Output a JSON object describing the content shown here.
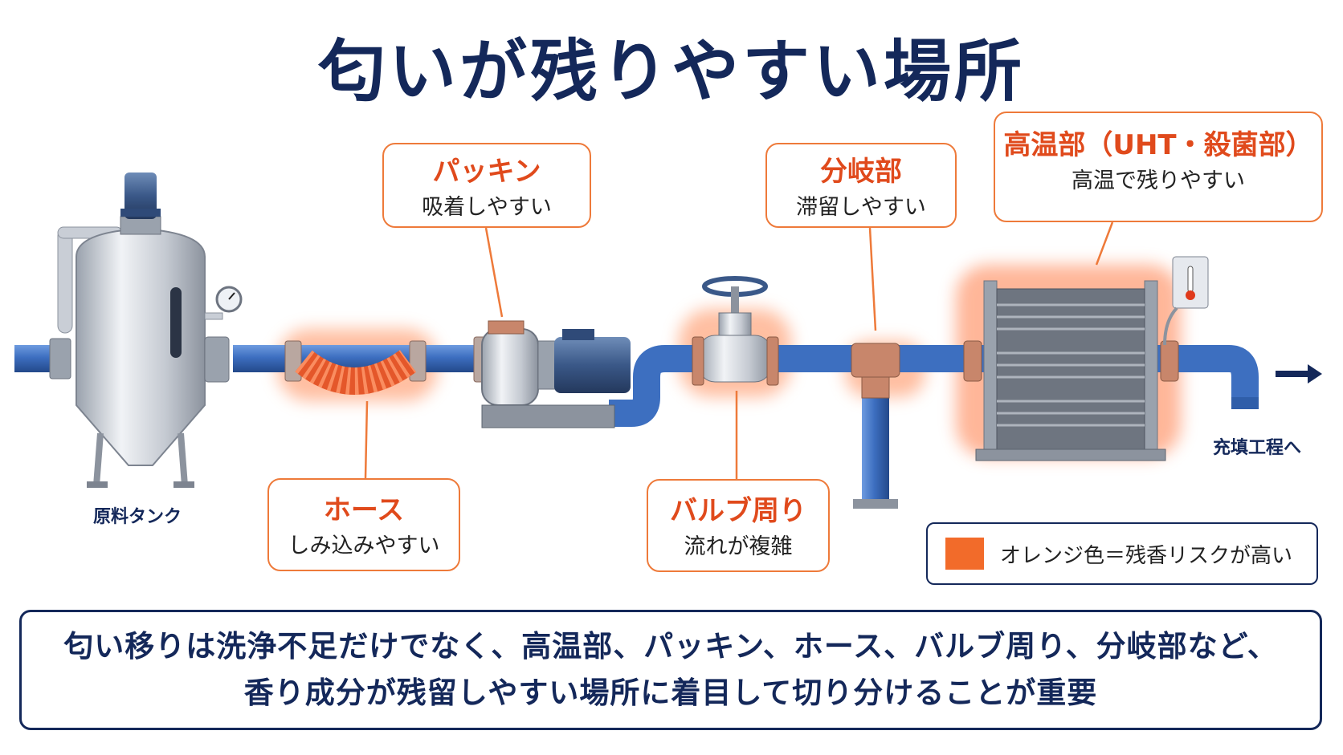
{
  "title": "匂いが残りやすい場所",
  "callouts": {
    "packing": {
      "head": "パッキン",
      "sub": "吸着しやすい"
    },
    "branch": {
      "head": "分岐部",
      "sub": "滞留しやすい"
    },
    "hightemp": {
      "head": "高温部（UHT・殺菌部）",
      "sub": "高温で残りやすい"
    },
    "hose": {
      "head": "ホース",
      "sub": "しみ込みやすい"
    },
    "valve": {
      "head": "バルブ周り",
      "sub": "流れが複雑"
    }
  },
  "labels": {
    "tank": "原料タンク",
    "outlet": "充填工程へ"
  },
  "legend": {
    "text": "オレンジ色＝残香リスクが高い",
    "color": "#f26b2a"
  },
  "summary": {
    "line1": "匂い移りは洗浄不足だけでなく、高温部、パッキン、ホース、バルブ周り、分岐部など、",
    "line2": "香り成分が残留しやすい場所に着目して切り分けることが重要"
  },
  "colors": {
    "pipe": "#3d6fc0",
    "risk": "#f26b2a",
    "navy": "#14285a",
    "steel": "#c9ced6"
  }
}
